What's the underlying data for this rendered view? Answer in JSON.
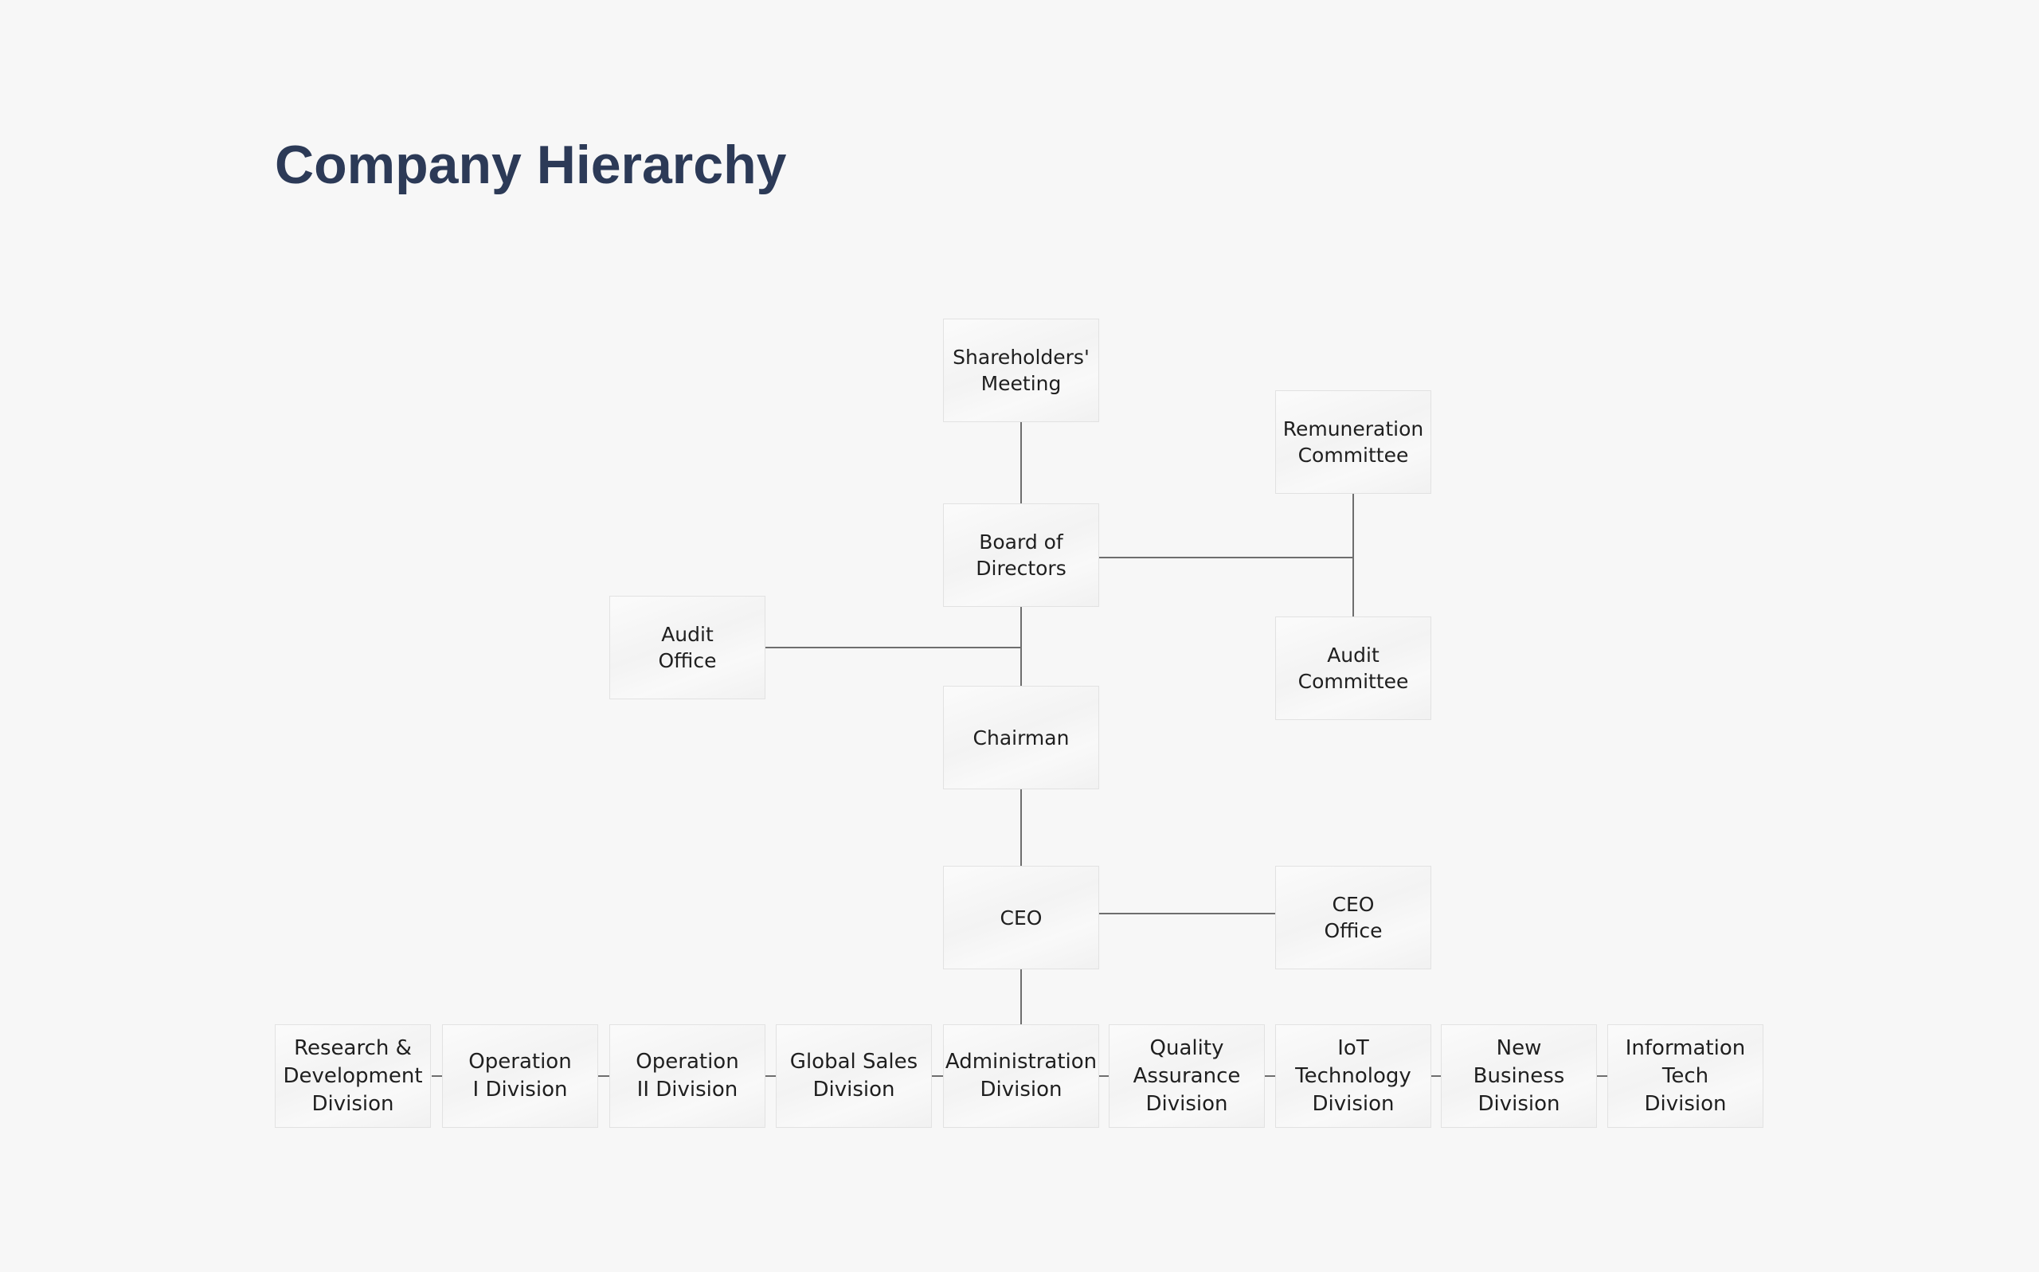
{
  "title": "Company Hierarchy",
  "nodes": {
    "shareholders": "Shareholders'\nMeeting",
    "board": "Board of\nDirectors",
    "remuneration": "Remuneration\nCommittee",
    "audit_office": "Audit\nOffice",
    "audit_committee": "Audit\nCommittee",
    "chairman": "Chairman",
    "ceo": "CEO",
    "ceo_office": "CEO\nOffice"
  },
  "divisions": [
    "Research &\nDevelopment\nDivision",
    "Operation\nI Division",
    "Operation\nII Division",
    "Global Sales\nDivision",
    "Administration\nDivision",
    "Quality\nAssurance\nDivision",
    "IoT\nTechnology\nDivision",
    "New\nBusiness\nDivision",
    "Information\nTech\nDivision"
  ]
}
